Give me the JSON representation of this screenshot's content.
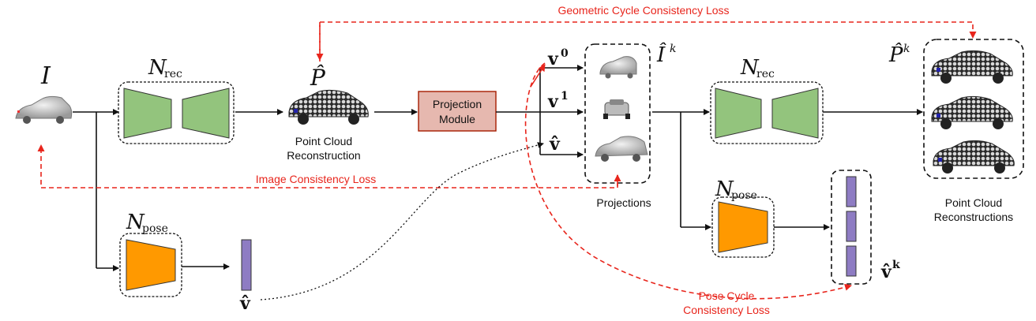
{
  "colors": {
    "loss_arrow": "#e8251c",
    "encoder_green": "#93c47d",
    "pose_orange": "#ff9900",
    "vector_purple": "#8e7cc3",
    "projection_fill": "#e6b8af",
    "projection_border": "#a61c00"
  },
  "losses": {
    "geometric": "Geometric Cycle Consistency Loss",
    "image": "Image Consistency Loss",
    "pose_line1": "Pose Cycle",
    "pose_line2": "Consistency Loss"
  },
  "labels": {
    "input_image": "I",
    "n_symbol": "N",
    "rec_sub": "rec",
    "pose_sub": "pose",
    "p_hat": "P̂",
    "point_cloud_line1": "Point Cloud",
    "point_cloud_line2": "Reconstruction",
    "projection_module_line1": "Projection",
    "projection_module_line2": "Module",
    "v": "v",
    "sup0": "0",
    "sup1": "1",
    "v_hat": "v̂",
    "i_hat": "Î",
    "p_hat_k": "P̂",
    "sup_k": "k",
    "projections": "Projections",
    "recons_line1": "Point Cloud",
    "recons_line2": "Reconstructions",
    "v_hat_k": "v̂",
    "v_hat_bottom": "v̂"
  }
}
